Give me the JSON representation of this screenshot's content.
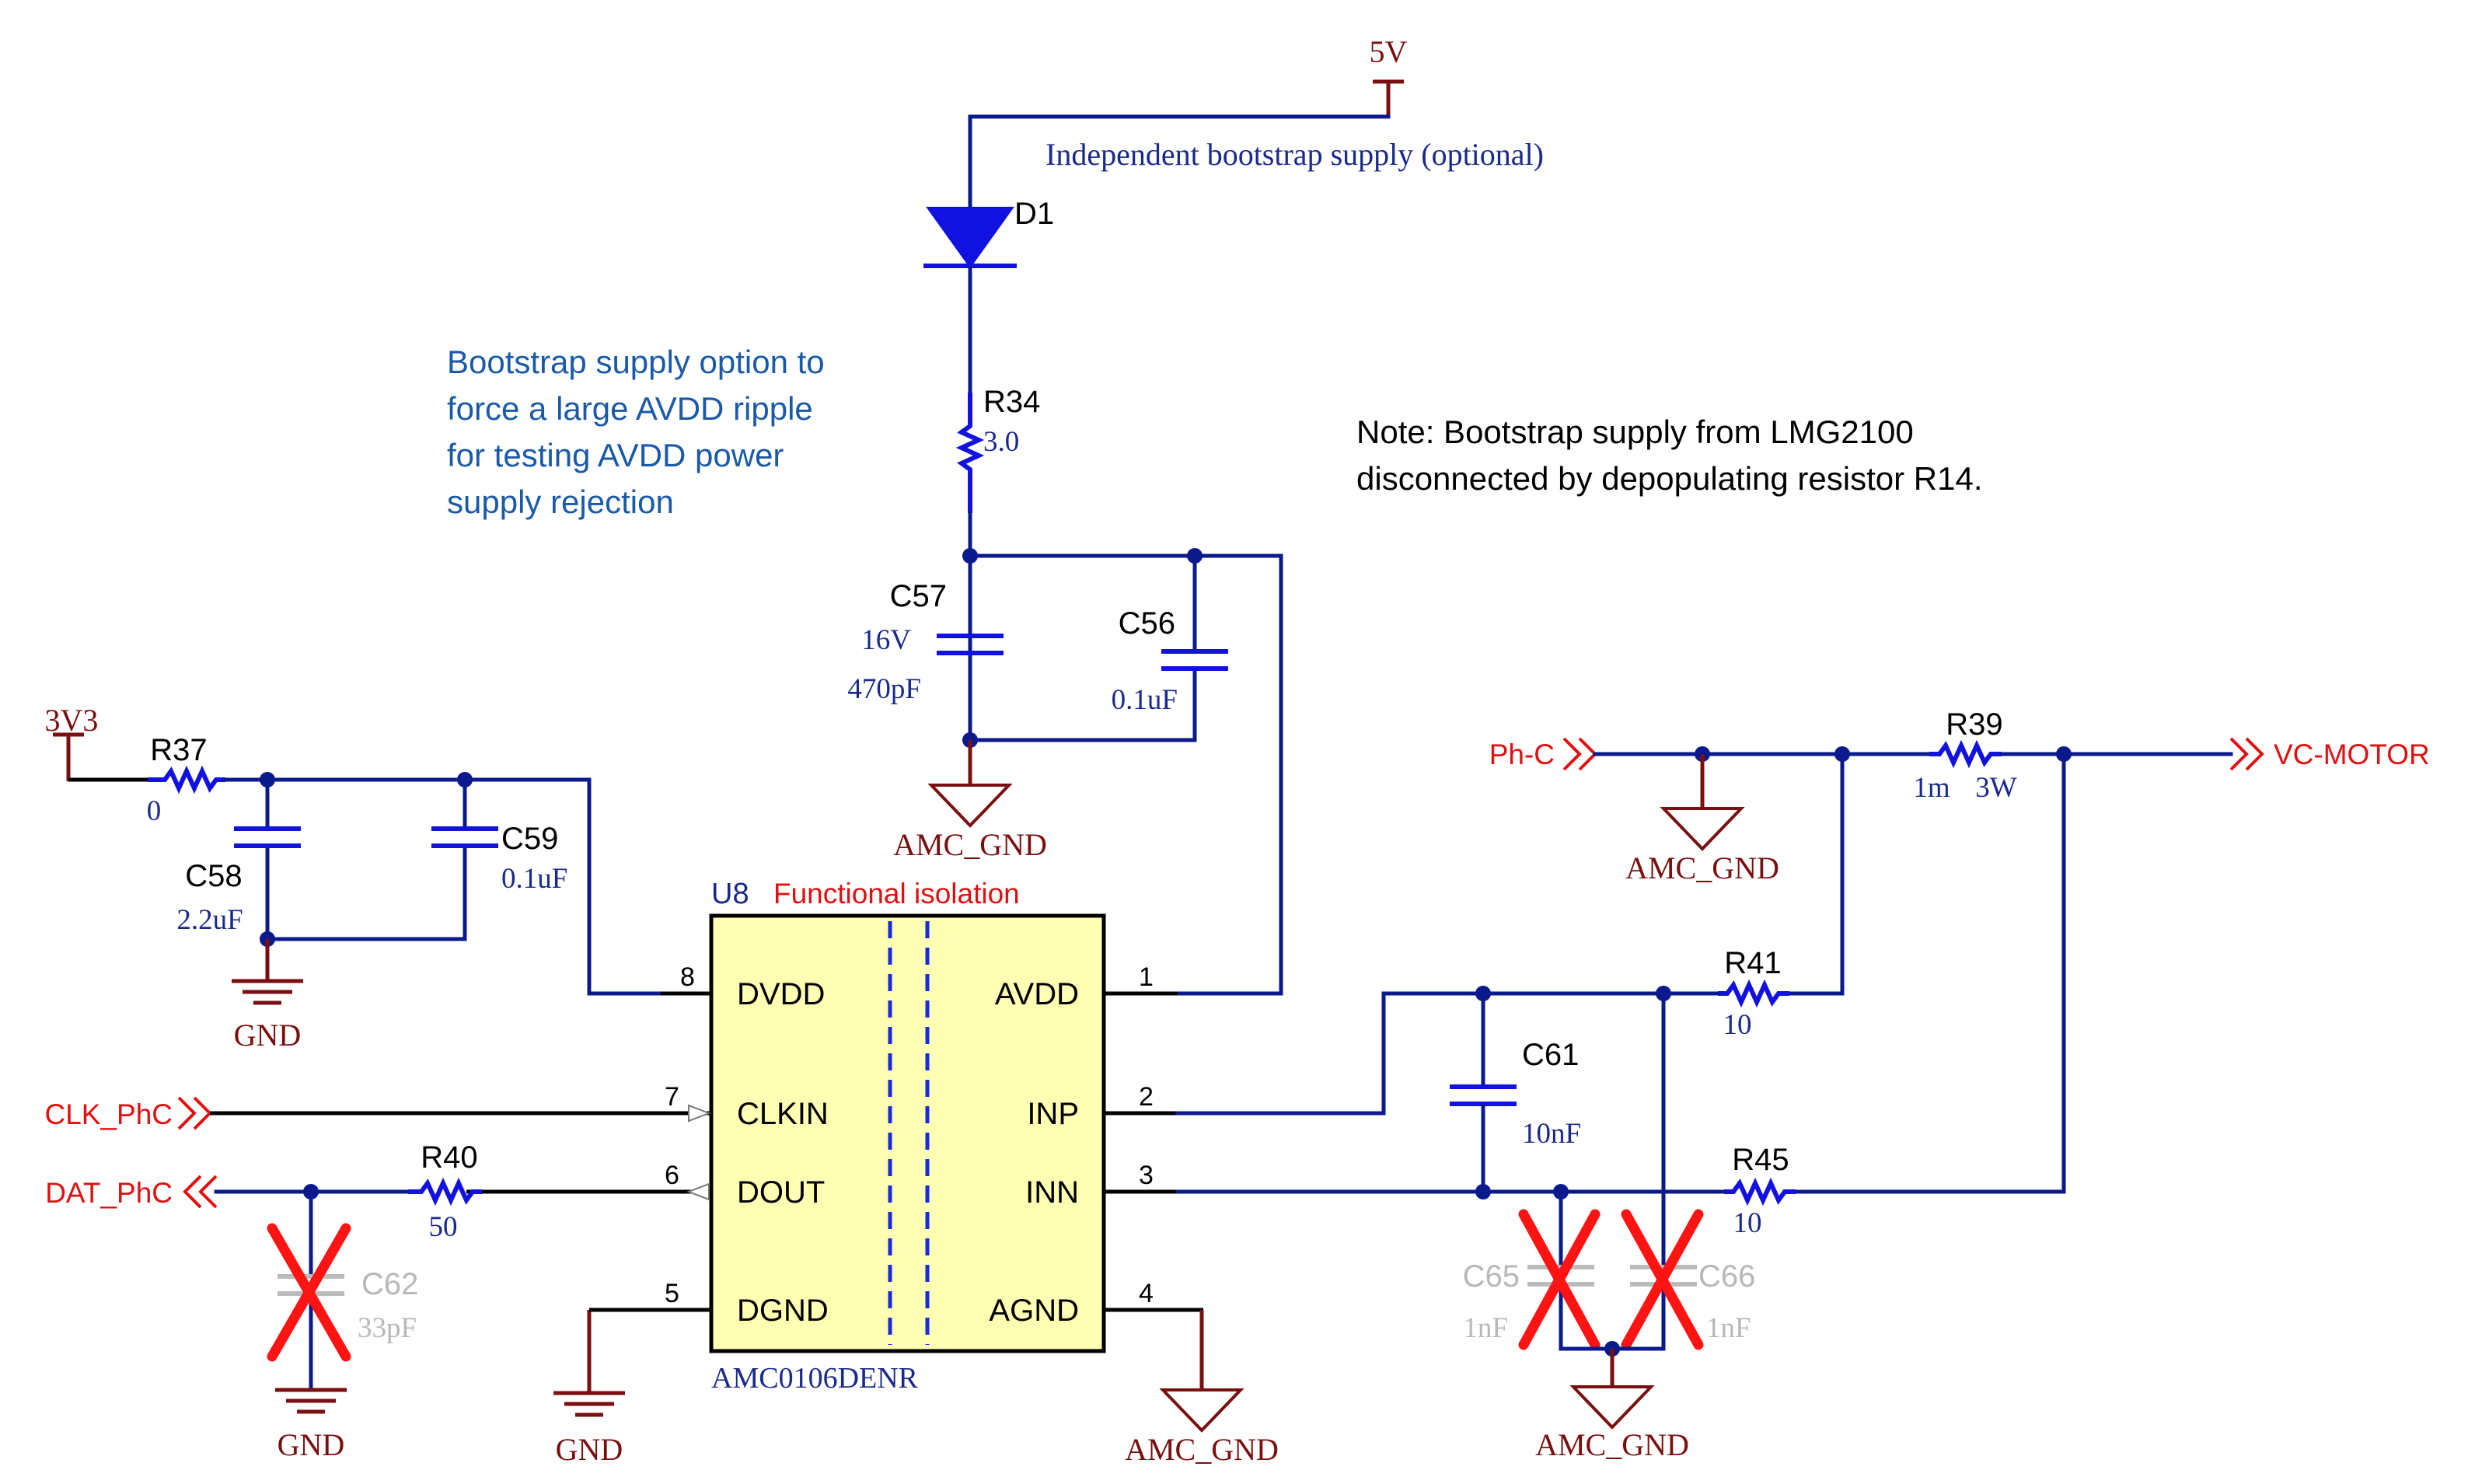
{
  "notes": {
    "independent_supply": "Independent bootstrap supply (optional)",
    "bootstrap_option_lines": [
      "Bootstrap supply option to",
      "force a large AVDD ripple",
      "for testing AVDD power",
      "supply rejection"
    ],
    "lmg_note_lines": [
      "Note: Bootstrap supply from LMG2100",
      "disconnected by depopulating resistor R14."
    ]
  },
  "power": {
    "v5": "5V",
    "v3v3": "3V3",
    "amc_gnd": "AMC_GND",
    "gnd": "GND"
  },
  "nets": {
    "ph_c": "Ph-C",
    "vc_motor": "VC-MOTOR",
    "clk": "CLK_PhC",
    "dat": "DAT_PhC"
  },
  "components": {
    "d1": {
      "ref": "D1"
    },
    "r34": {
      "ref": "R34",
      "value": "3.0"
    },
    "c57": {
      "ref": "C57",
      "voltage": "16V",
      "value": "470pF"
    },
    "c56": {
      "ref": "C56",
      "value": "0.1uF"
    },
    "r37": {
      "ref": "R37",
      "value": "0"
    },
    "c58": {
      "ref": "C58",
      "value": "2.2uF"
    },
    "c59": {
      "ref": "C59",
      "value": "0.1uF"
    },
    "r39": {
      "ref": "R39",
      "value": "1m",
      "power": "3W"
    },
    "r41": {
      "ref": "R41",
      "value": "10"
    },
    "r45": {
      "ref": "R45",
      "value": "10"
    },
    "c61": {
      "ref": "C61",
      "value": "10nF"
    },
    "r40": {
      "ref": "R40",
      "value": "50"
    },
    "c62": {
      "ref": "C62",
      "value": "33pF"
    },
    "c65": {
      "ref": "C65",
      "value": "1nF"
    },
    "c66": {
      "ref": "C66",
      "value": "1nF"
    }
  },
  "ic": {
    "ref": "U8",
    "isolation_label": "Functional isolation",
    "part": "AMC0106DENR",
    "fill_color": "#ffffb4",
    "pins_left": [
      {
        "num": "8",
        "name": "DVDD"
      },
      {
        "num": "7",
        "name": "CLKIN"
      },
      {
        "num": "6",
        "name": "DOUT"
      },
      {
        "num": "5",
        "name": "DGND"
      }
    ],
    "pins_right": [
      {
        "num": "1",
        "name": "AVDD"
      },
      {
        "num": "2",
        "name": "INP"
      },
      {
        "num": "3",
        "name": "INN"
      },
      {
        "num": "4",
        "name": "AGND"
      }
    ]
  },
  "colors": {
    "wire": "#0a1a8c",
    "component": "#1212e0",
    "power": "#7a0f0f",
    "net_label": "#e01010",
    "dnp_mark": "#ff1414"
  }
}
